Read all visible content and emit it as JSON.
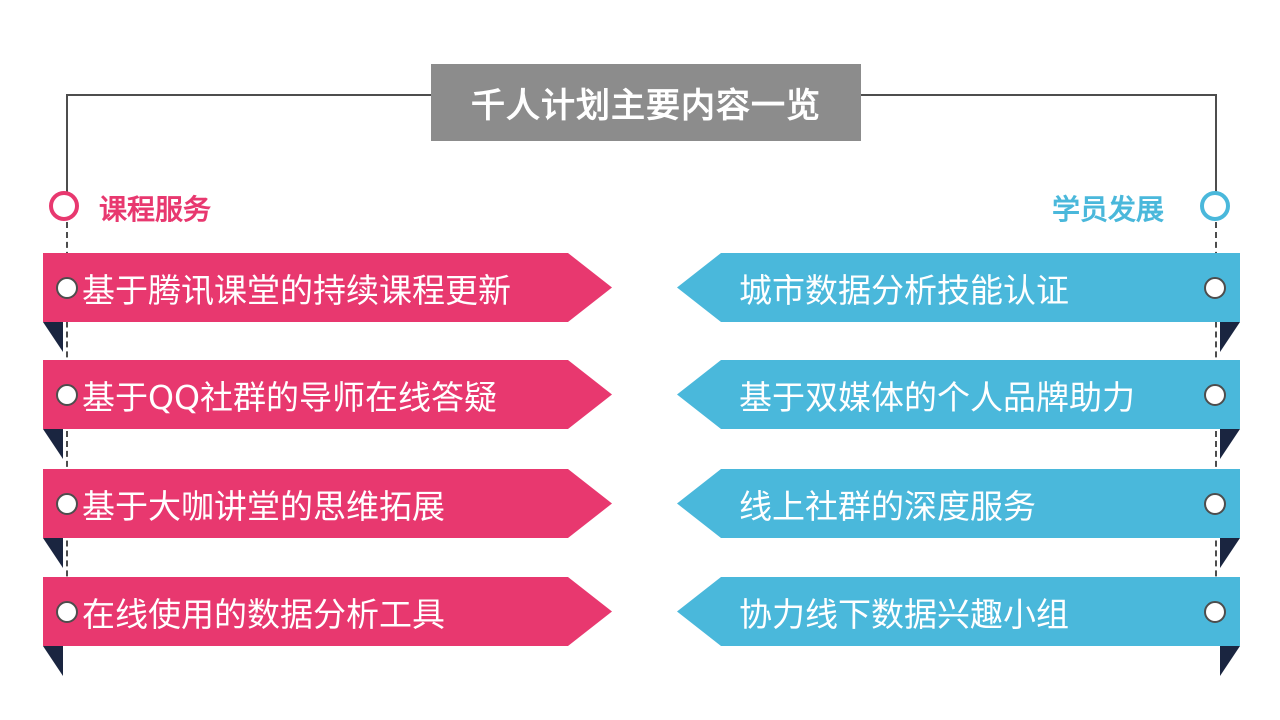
{
  "title": "千人计划主要内容一览",
  "left_group": {
    "label": "课程服务",
    "color": "#e8386f",
    "items": [
      "基于腾讯课堂的持续课程更新",
      "基于QQ社群的导师在线答疑",
      "基于大咖讲堂的思维拓展",
      "在线使用的数据分析工具"
    ]
  },
  "right_group": {
    "label": "学员发展",
    "color": "#4ab8db",
    "items": [
      "城市数据分析技能认证",
      "基于双媒体的个人品牌助力",
      "线上社群的深度服务",
      "协力线下数据兴趣小组"
    ]
  },
  "colors": {
    "fold": "#1a2540",
    "frame": "#4d4d4d",
    "title_bg": "#8c8c8c"
  }
}
